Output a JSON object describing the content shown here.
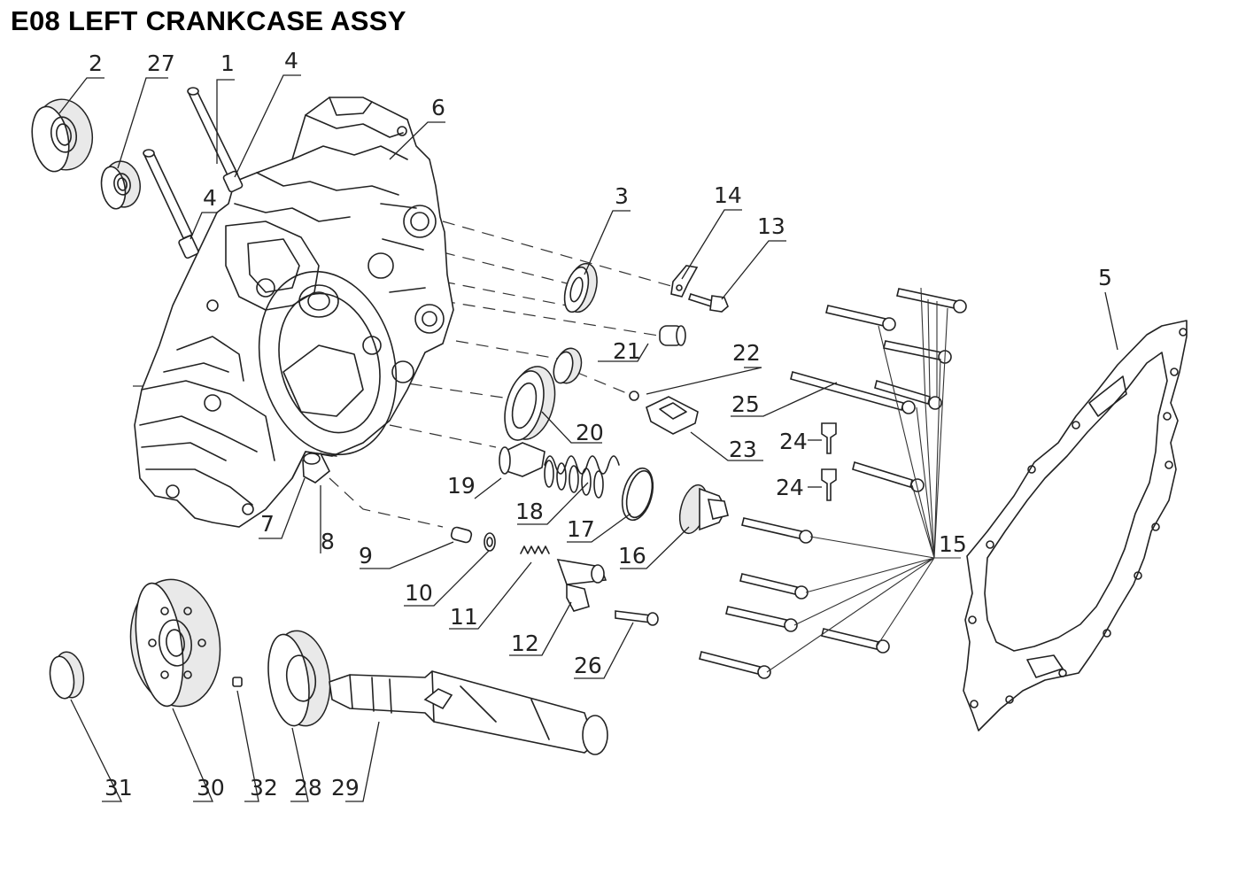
{
  "title": "E08 LEFT CRANKCASE ASSY",
  "callouts": [
    {
      "id": "c1",
      "label": "1"
    },
    {
      "id": "c2",
      "label": "2"
    },
    {
      "id": "c27",
      "label": "27"
    },
    {
      "id": "c4a",
      "label": "4"
    },
    {
      "id": "c4b",
      "label": "4"
    },
    {
      "id": "c6",
      "label": "6"
    },
    {
      "id": "c3",
      "label": "3"
    },
    {
      "id": "c14",
      "label": "14"
    },
    {
      "id": "c13",
      "label": "13"
    },
    {
      "id": "c5",
      "label": "5"
    },
    {
      "id": "c21",
      "label": "21"
    },
    {
      "id": "c22",
      "label": "22"
    },
    {
      "id": "c25",
      "label": "25"
    },
    {
      "id": "c20",
      "label": "20"
    },
    {
      "id": "c23",
      "label": "23"
    },
    {
      "id": "c24a",
      "label": "24"
    },
    {
      "id": "c24b",
      "label": "24"
    },
    {
      "id": "c19",
      "label": "19"
    },
    {
      "id": "c18",
      "label": "18"
    },
    {
      "id": "c17",
      "label": "17"
    },
    {
      "id": "c16",
      "label": "16"
    },
    {
      "id": "c15",
      "label": "15"
    },
    {
      "id": "c7",
      "label": "7"
    },
    {
      "id": "c8",
      "label": "8"
    },
    {
      "id": "c9",
      "label": "9"
    },
    {
      "id": "c10",
      "label": "10"
    },
    {
      "id": "c11",
      "label": "11"
    },
    {
      "id": "c12",
      "label": "12"
    },
    {
      "id": "c26",
      "label": "26"
    },
    {
      "id": "c31",
      "label": "31"
    },
    {
      "id": "c30",
      "label": "30"
    },
    {
      "id": "c32",
      "label": "32"
    },
    {
      "id": "c28",
      "label": "28"
    },
    {
      "id": "c29",
      "label": "29"
    }
  ]
}
